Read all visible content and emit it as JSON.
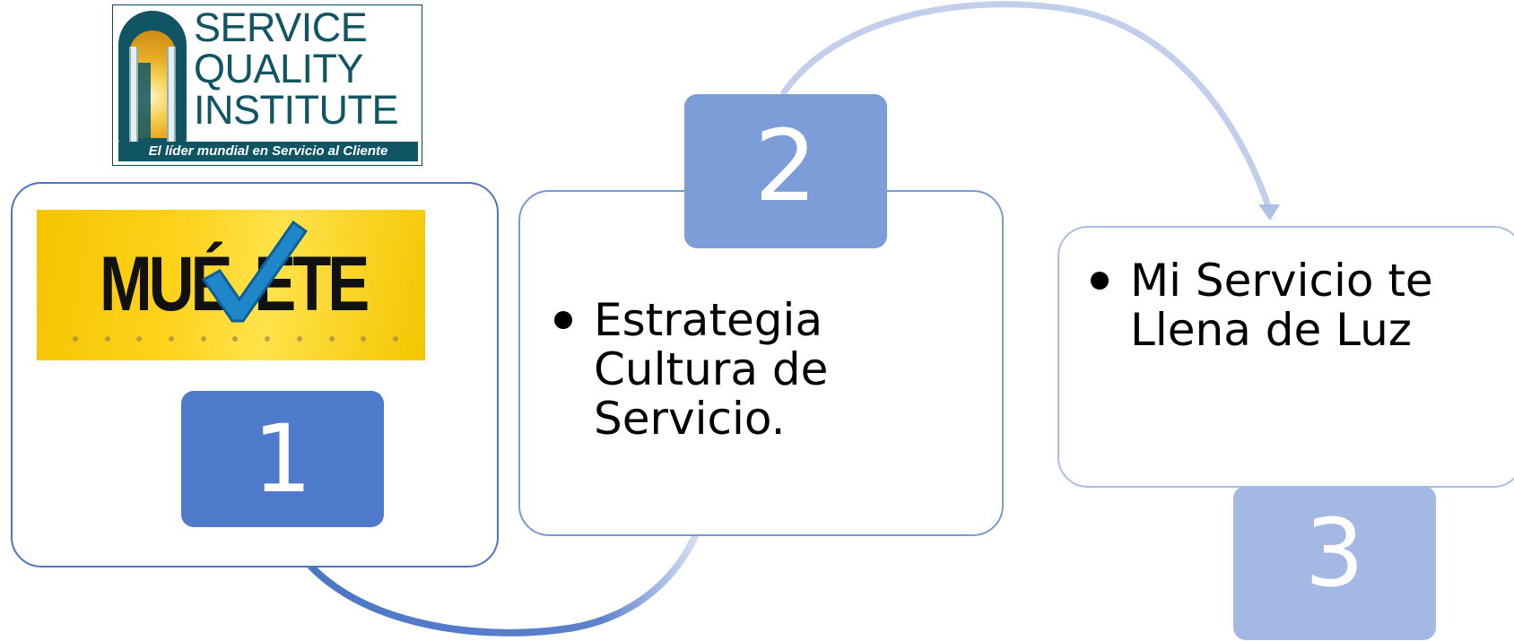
{
  "logo_sqi": {
    "line1": "SERVICE",
    "line2": "QUALITY",
    "line3": "INSTITUTE",
    "tagline": "El líder mundial en Servicio al Cliente",
    "colors": {
      "brand": "#0f5563",
      "sun": "#f3c340"
    }
  },
  "logo_muevete": {
    "word_before": "MUÉ",
    "word_after": "ETE",
    "colors": {
      "background": "#ffd21a",
      "check": "#1f87c9"
    }
  },
  "steps": [
    {
      "number": "1",
      "color": "#4f7acb"
    },
    {
      "number": "2",
      "color": "#7c9dd8",
      "text": "Estrategia\nCultura de\nServicio."
    },
    {
      "number": "3",
      "color": "#a3b9e3",
      "text": "Mi Servicio te\nLlena de Luz"
    }
  ]
}
